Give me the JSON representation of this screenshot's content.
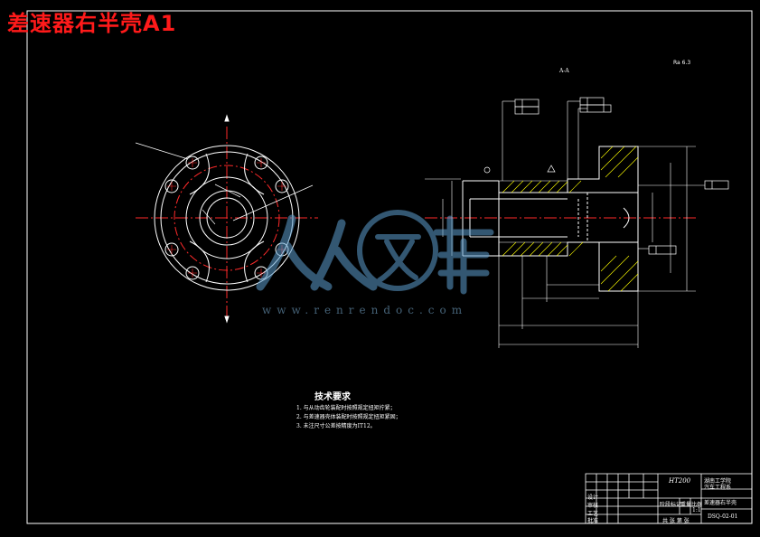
{
  "drawing_title": "差速器右半壳A1",
  "section_label": "A-A",
  "roughness_mark": "Ra 6.3",
  "technical_requirements": {
    "heading": "技术要求",
    "items": [
      "1. 与从动齿轮装配时按照规定扭矩拧紧；",
      "2. 与差速器壳体装配时按照规定扭矩紧固；",
      "3. 未注尺寸公差按精度为IT12。"
    ]
  },
  "watermark": {
    "text": "www.renrendoc.com"
  },
  "title_block": {
    "material": "HT200",
    "school_line1": "湖南工学院",
    "school_line2": "汽车工程系",
    "part_name": "差速器右半壳",
    "scale": "1:1",
    "drawing_no": "DSQ-02-01",
    "sheet": "共 张 第 张",
    "designer_label": "设计",
    "checker_label": "审核",
    "process_label": "工艺",
    "standard_label": "标准化",
    "approve_label": "批准",
    "stage_label": "阶段标记",
    "weight_label": "重量",
    "scale_label": "比例"
  },
  "colors": {
    "outline": "#ffffff",
    "centerline": "#ff2a2a",
    "hatch": "#ffff00",
    "dimension": "#00ffff",
    "title": "#ff1a1a"
  }
}
